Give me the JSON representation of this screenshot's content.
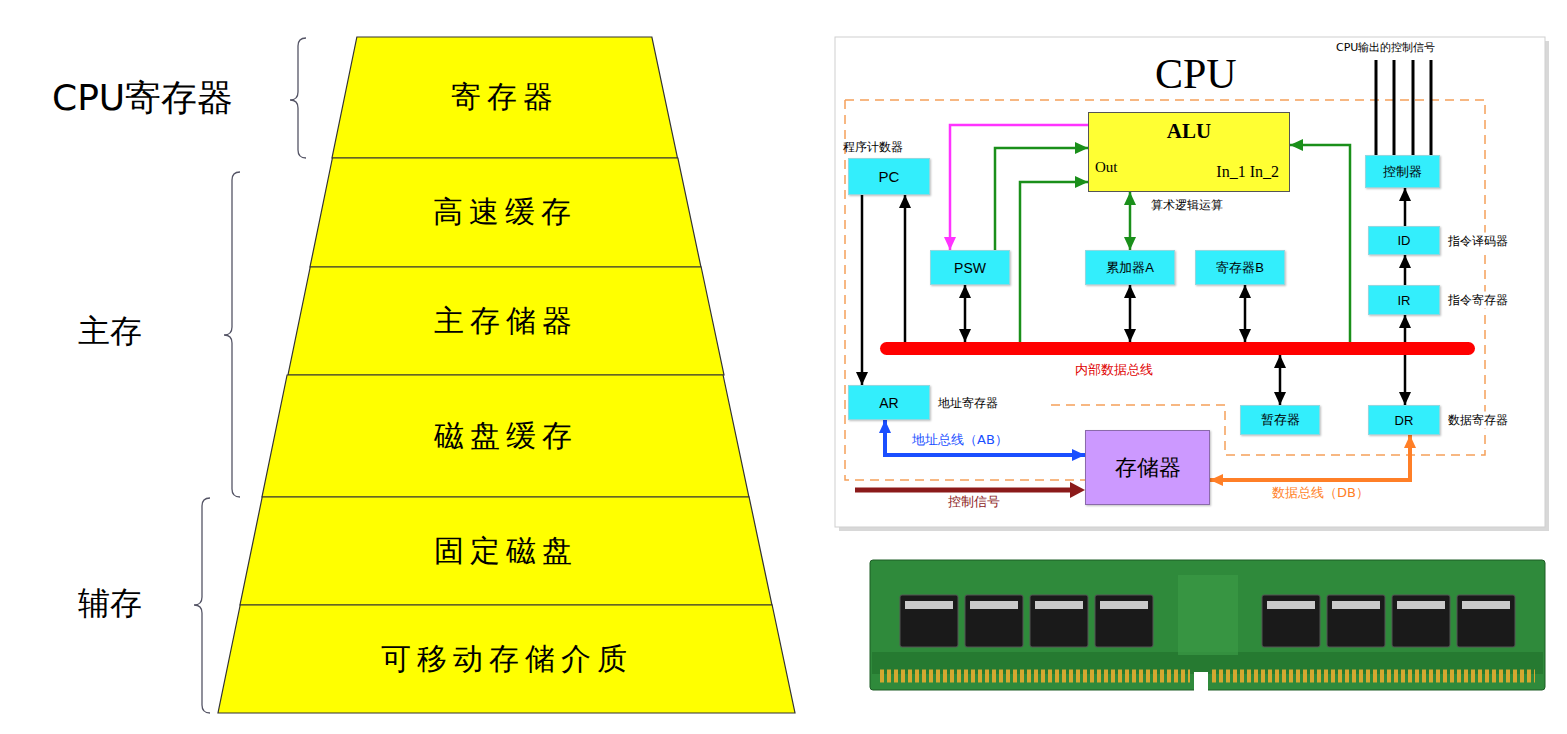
{
  "diagram": {
    "nodes": [
      {
        "text": [
          "寄存器"
        ]
      },
      {
        "text": [
          "高速缓存"
        ]
      },
      {
        "text": [
          "主存储器"
        ]
      },
      {
        "text": [
          "磁盘缓存"
        ]
      },
      {
        "text": [
          "固定磁盘"
        ]
      },
      {
        "text": [
          "可移动存储介质"
        ]
      },
      {
        "text": [
          "PC",
          "程序计数器"
        ]
      },
      {
        "text": [
          "ALU",
          "Out",
          "In_1 In_2",
          "算术逻辑运算"
        ]
      },
      {
        "text": [
          "控制器"
        ]
      },
      {
        "text": [
          "PSW"
        ]
      },
      {
        "text": [
          "累加器A"
        ]
      },
      {
        "text": [
          "寄存器B"
        ]
      },
      {
        "text": [
          "ID",
          "指令译码器"
        ]
      },
      {
        "text": [
          "IR",
          "指令寄存器"
        ]
      },
      {
        "text": [
          "内部数据总线"
        ]
      },
      {
        "text": [
          "AR",
          "地址寄存器"
        ]
      },
      {
        "text": [
          "暂存器"
        ]
      },
      {
        "text": [
          "DR",
          "数据寄存器"
        ]
      },
      {
        "text": [
          "存储器"
        ]
      }
    ],
    "edges": [
      {
        "from": 6,
        "to": 15,
        "arrow": "to"
      },
      {
        "from": 14,
        "to": 6,
        "arrow": "to"
      },
      {
        "from": 7,
        "to": 9,
        "arrow": "to"
      },
      {
        "from": 9,
        "to": 7,
        "arrow": "to"
      },
      {
        "from": 14,
        "to": 7,
        "arrow": "to"
      },
      {
        "from": 7,
        "to": 10,
        "arrow": "both"
      },
      {
        "from": 14,
        "to": 7,
        "arrow": "to"
      },
      {
        "from": 9,
        "to": 14,
        "arrow": "both"
      },
      {
        "from": 10,
        "to": 14,
        "arrow": "both"
      },
      {
        "from": 11,
        "to": 14,
        "arrow": "both"
      },
      {
        "from": 14,
        "to": 16,
        "arrow": "both"
      },
      {
        "from": 13,
        "to": 17,
        "arrow": "both"
      },
      {
        "from": 13,
        "to": 12,
        "arrow": "to"
      },
      {
        "from": 12,
        "to": 8,
        "arrow": "to"
      },
      {
        "from": 15,
        "to": 18,
        "arrow": "both",
        "label": "地址总线（AB）"
      },
      {
        "from": 18,
        "to": 17,
        "arrow": "both",
        "label": "数据总线（DB）"
      }
    ],
    "labels": [
      "CPU寄存器",
      "主存",
      "辅存",
      "CPU",
      "CPU输出的控制信号",
      "控制信号"
    ]
  }
}
